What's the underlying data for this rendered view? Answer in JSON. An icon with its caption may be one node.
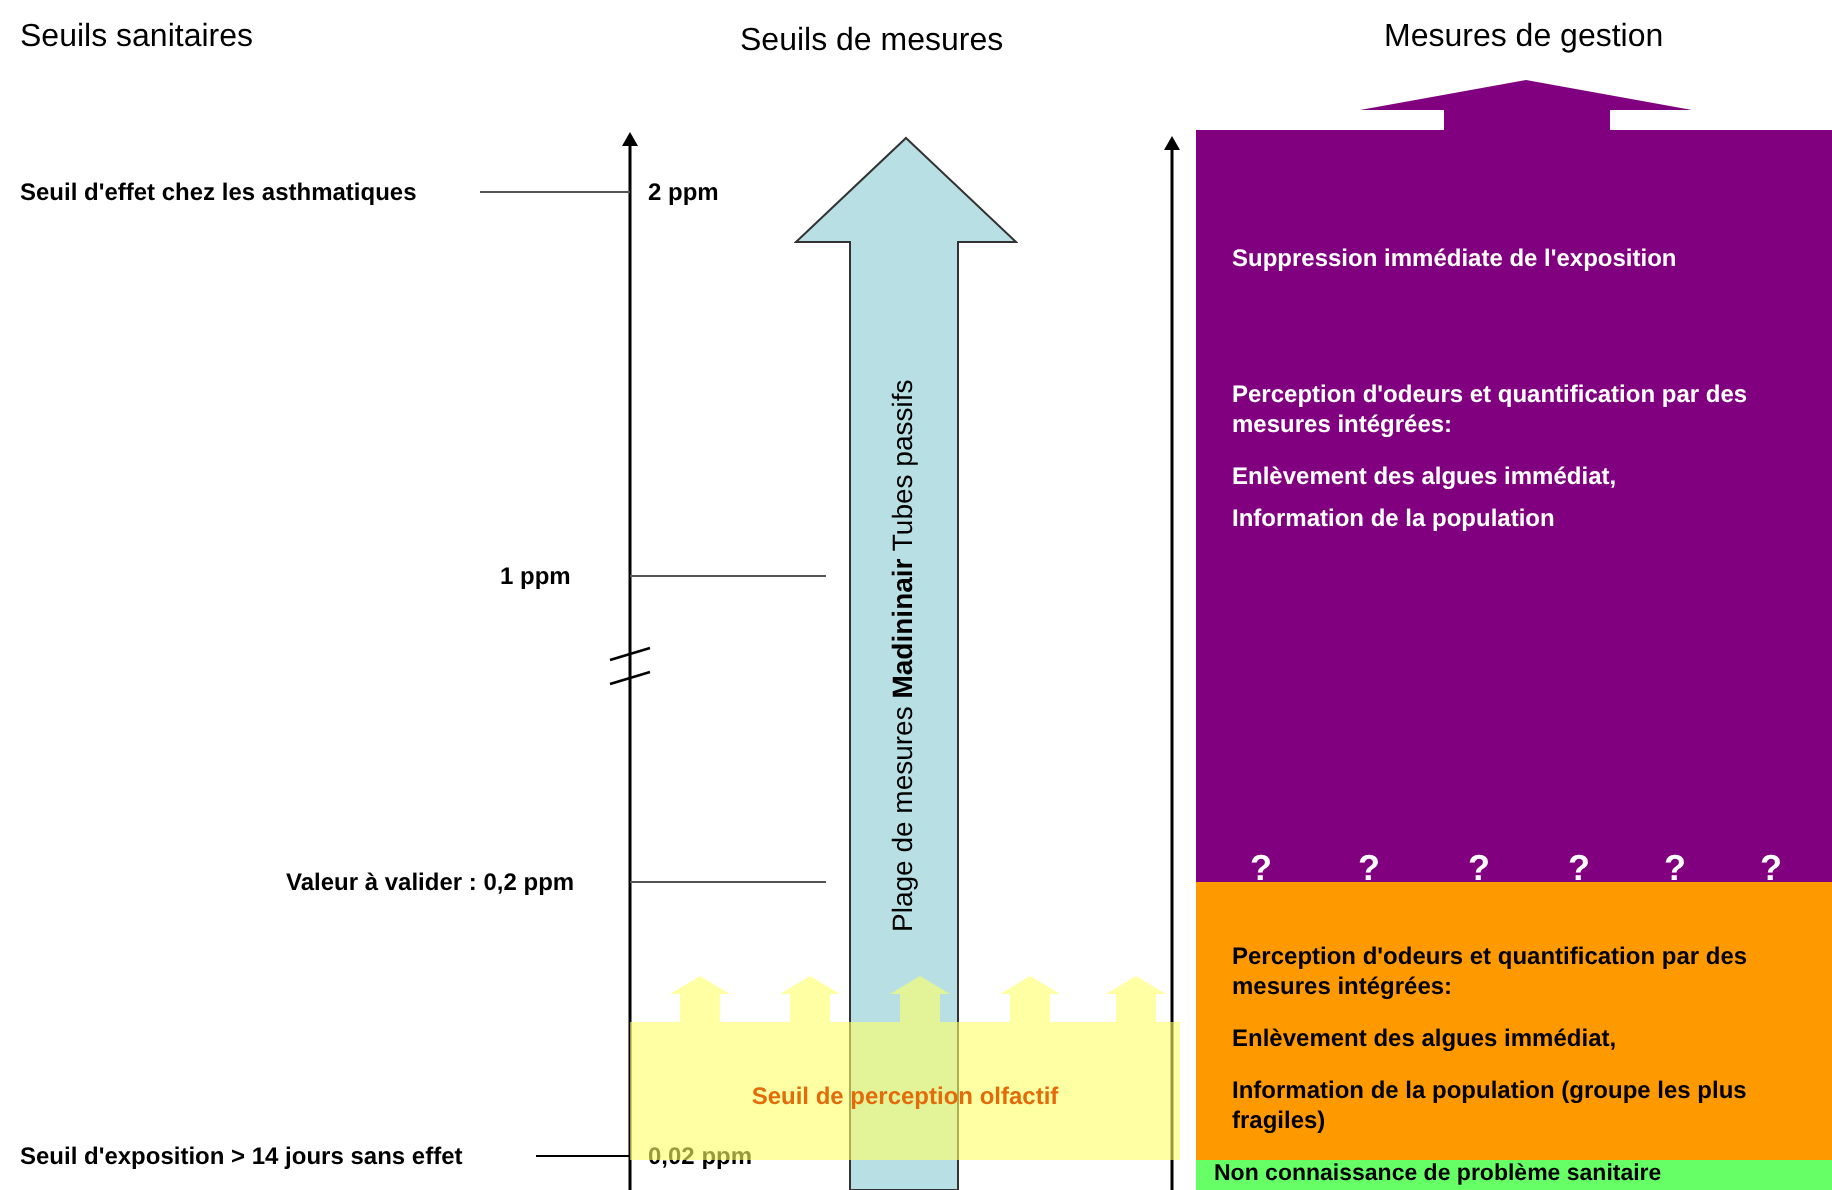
{
  "diagram": {
    "nodes": [
      {
        "text": [
          "Plage de mesures **Madininair** Tubes passifs"
        ]
      },
      {
        "text": [
          "Seuil de perception olfactif"
        ]
      },
      {
        "text": [
          "Suppression immédiate de l'exposition",
          "Perception d'odeurs et quantification par des mesures intégrées:",
          "Enlèvement des algues immédiat,",
          "Information de la population",
          "?",
          "?",
          "?",
          "?",
          "?",
          "?"
        ]
      },
      {
        "text": [
          "Perception d'odeurs et quantification par des mesures intégrées:",
          "Enlèvement des algues immédiat,",
          "Information de la population (groupe les plus fragiles)"
        ]
      },
      {
        "text": [
          "Non connaissance de problème sanitaire"
        ]
      }
    ],
    "labels": [
      "Seuils sanitaires",
      "Seuils de mesures",
      "Mesures de gestion",
      "Seuil d'effet chez les asthmatiques",
      "2 ppm",
      "1 ppm",
      "Valeur à valider : 0,2 ppm",
      "Seuil d'exposition > 14 jours sans effet",
      "0,02 ppm"
    ]
  }
}
